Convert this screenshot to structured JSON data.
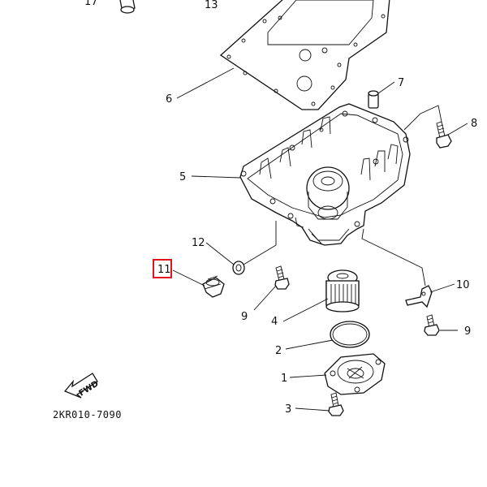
{
  "diagram": {
    "highlight_color": "#e0141e",
    "line_color": "#111111",
    "drawing_code": "2KR010-7090",
    "direction_marker": "FWD",
    "highlighted_callout": "11",
    "callouts": {
      "c1": "1",
      "c2": "2",
      "c3": "3",
      "c4": "4",
      "c5": "5",
      "c6": "6",
      "c7": "7",
      "c8": "8",
      "c9a": "9",
      "c9b": "9",
      "c10": "10",
      "c11": "11",
      "c12": "12",
      "c13": "13",
      "c17": "17"
    }
  }
}
